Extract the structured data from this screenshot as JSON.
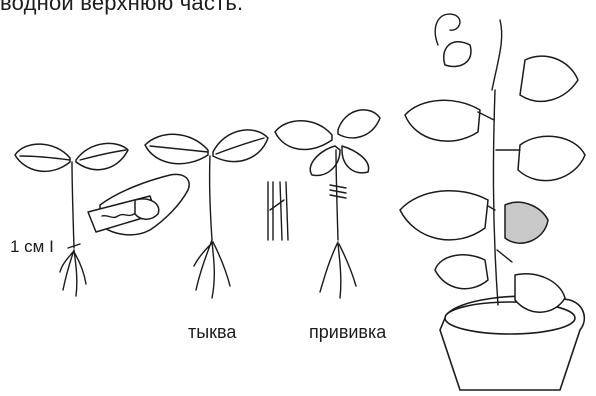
{
  "caption_top": "водной верхнюю часть.",
  "scale_label": "1 см",
  "label_pumpkin": "тыква",
  "label_graft": "прививка"
}
